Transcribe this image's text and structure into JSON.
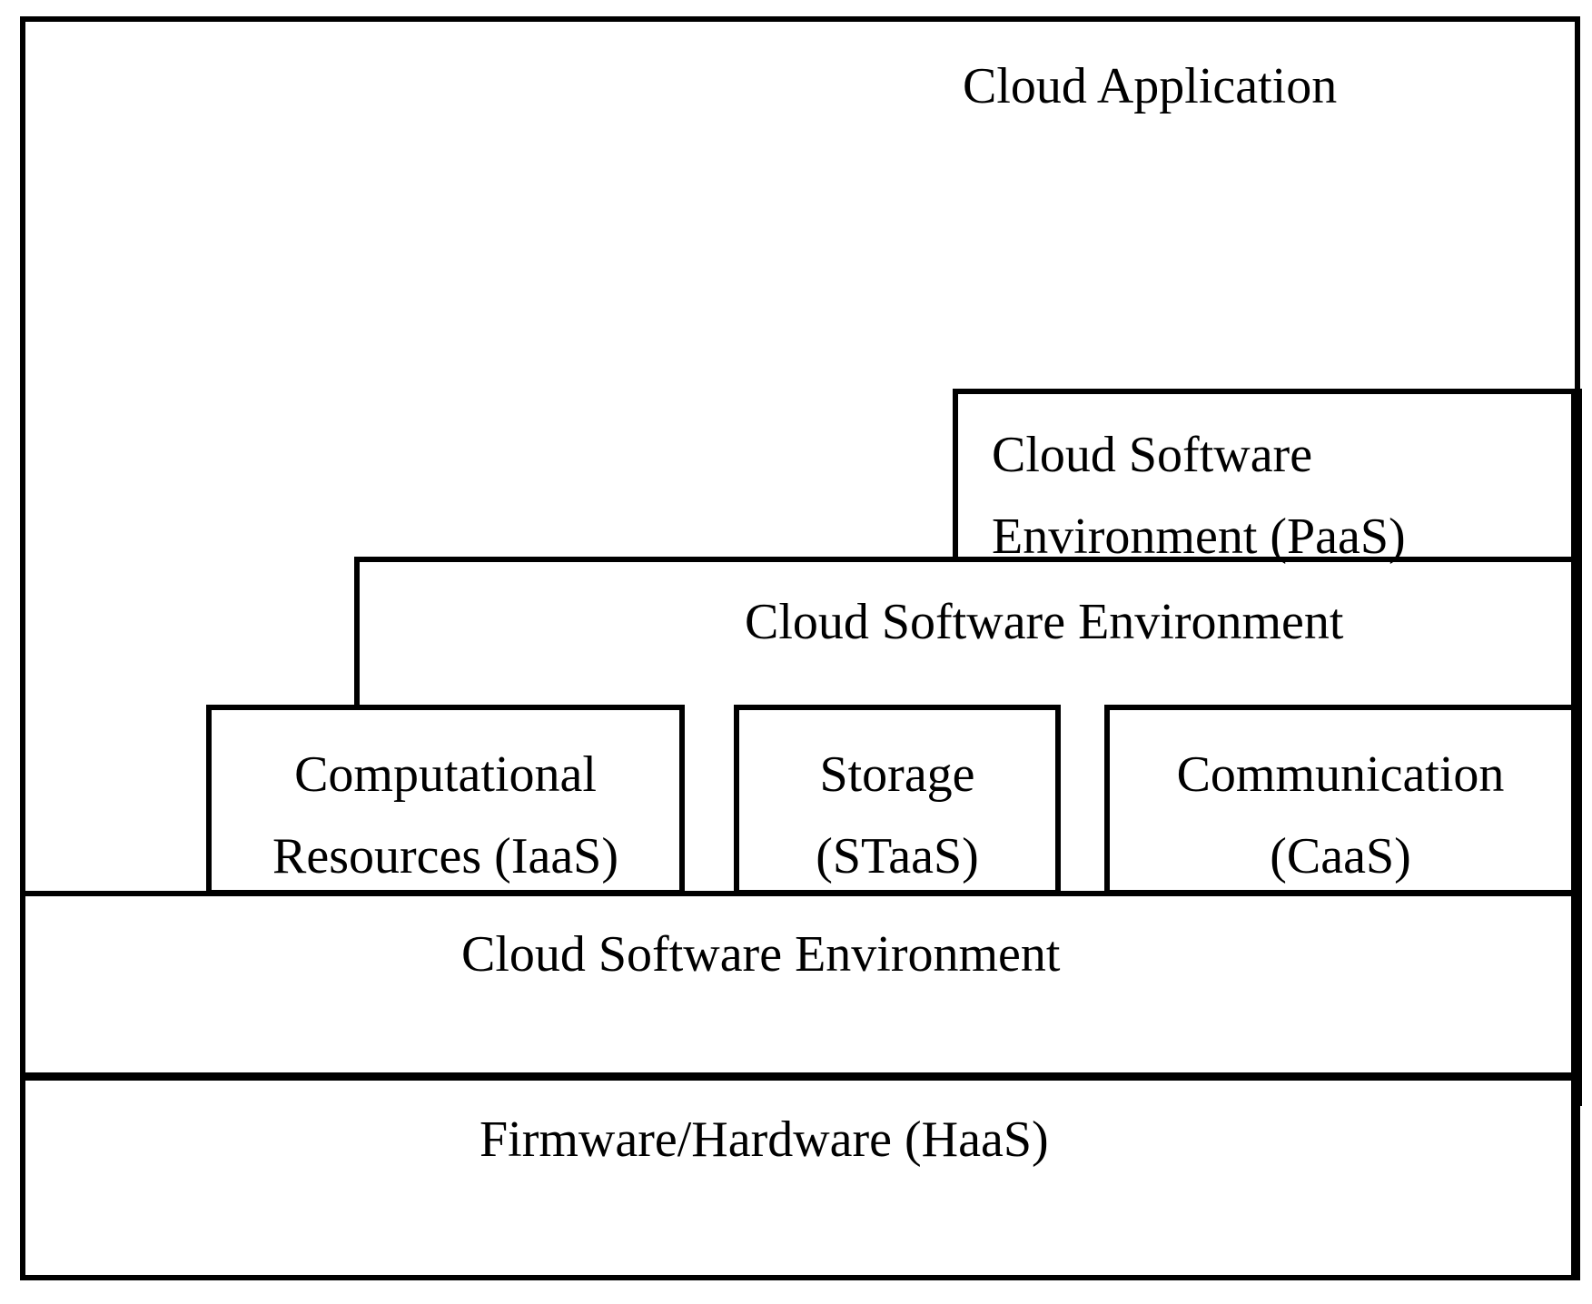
{
  "diagram": {
    "cloud_application": "Cloud Application",
    "paas": {
      "line1": "Cloud Software",
      "line2": "Environment (PaaS)"
    },
    "middle_environment": "Cloud Software Environment",
    "iaas": {
      "line1": "Computational",
      "line2": "Resources (IaaS)"
    },
    "staas": {
      "line1": "Storage",
      "line2": "(STaaS)"
    },
    "caas": {
      "line1": "Communication",
      "line2": "(CaaS)"
    },
    "lower_environment": "Cloud Software Environment",
    "haas": "Firmware/Hardware (HaaS)"
  }
}
